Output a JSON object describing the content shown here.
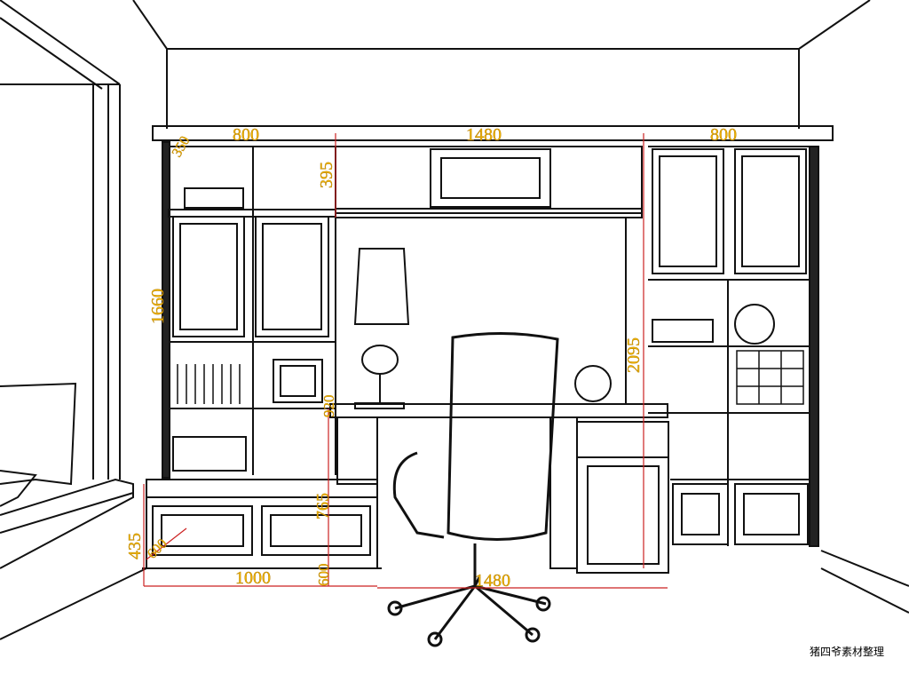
{
  "dimensions": {
    "top_left_width": "800",
    "top_center_width": "1480",
    "top_right_width": "800",
    "depth_top": "350",
    "upper_shelf_height": "395",
    "left_cabinet_height": "1660",
    "total_height": "2095",
    "desk_gap": "920",
    "desk_height": "765",
    "bench_height": "435",
    "bench_depth": "600",
    "desk_depth": "600",
    "bench_width": "1000",
    "desk_width": "1480"
  },
  "watermark": "猪四爷素材整理",
  "colors": {
    "line": "#111111",
    "dimension_text": "#f0b400",
    "dimension_line": "#cc2222"
  }
}
